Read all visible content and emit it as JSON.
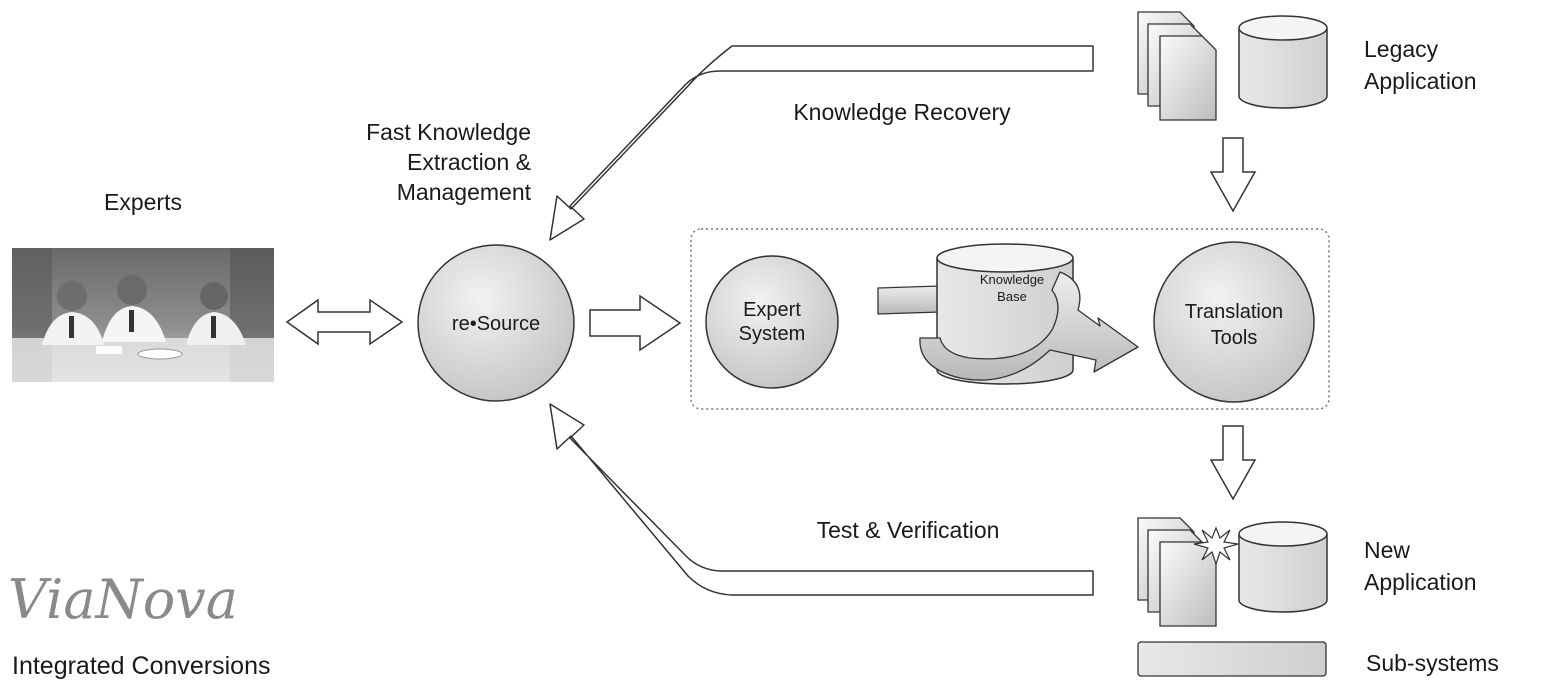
{
  "labels": {
    "experts": "Experts",
    "fast_knowledge": [
      "Fast Knowledge",
      "Extraction &",
      "Management"
    ],
    "knowledge_recovery": "Knowledge Recovery",
    "test_verification": "Test & Verification",
    "legacy_application": [
      "Legacy",
      "Application"
    ],
    "new_application": [
      "New",
      "Application"
    ],
    "sub_systems": "Sub-systems"
  },
  "nodes": {
    "resource": "re•Source",
    "expert_system": [
      "Expert",
      "System"
    ],
    "knowledge_base": [
      "Knowledge",
      "Base"
    ],
    "translation_tools": [
      "Translation",
      "Tools"
    ]
  },
  "brand": {
    "name": "ViaNova",
    "tagline": "Integrated Conversions"
  },
  "icons": {
    "experts_photo": "photo-of-experts-meeting",
    "documents": "stacked-documents-icon",
    "database": "database-cylinder-icon",
    "spark": "spark-icon"
  },
  "colors": {
    "node_fill": "#d6d6d6",
    "stroke": "#333333",
    "dotted_frame": "#777777"
  }
}
